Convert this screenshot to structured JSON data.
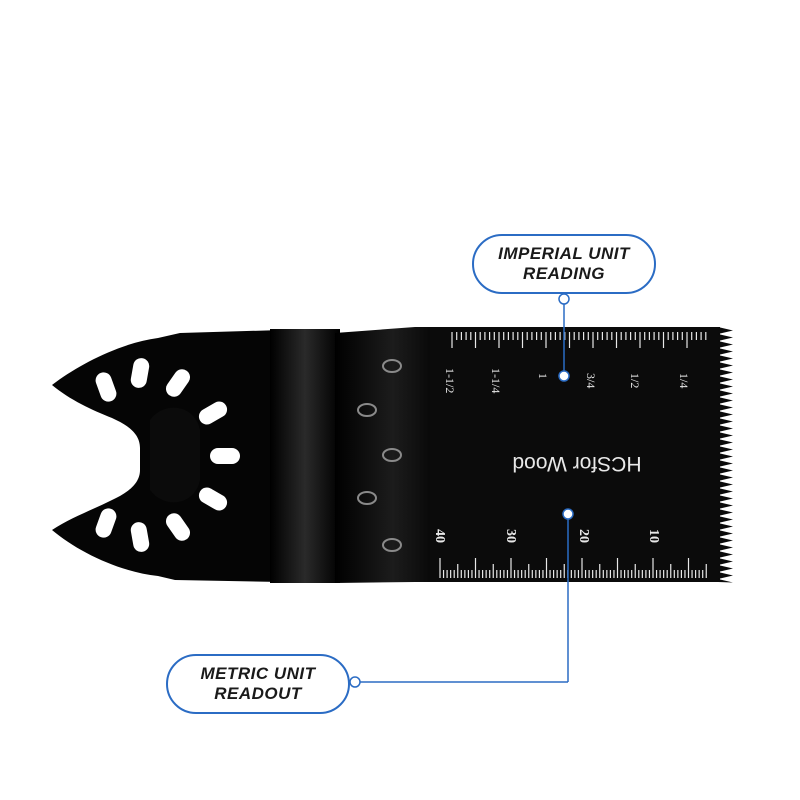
{
  "blade": {
    "brand_text": "HCSfor Wood",
    "imperial_ticks": [
      "1/4",
      "1/2",
      "3/4",
      "1",
      "1-1/4",
      "1-1/2"
    ],
    "metric_ticks": [
      "10",
      "20",
      "30",
      "40"
    ]
  },
  "callouts": {
    "imperial": {
      "line1": "IMPERIAL UNIT",
      "line2": "READING"
    },
    "metric": {
      "line1": "METRIC UNIT",
      "line2": "READOUT"
    }
  },
  "colors": {
    "background": "#ffffff",
    "blade": "#0b0b0b",
    "callout_line": "#2b6cc4",
    "markings": "#e8e8e8"
  }
}
